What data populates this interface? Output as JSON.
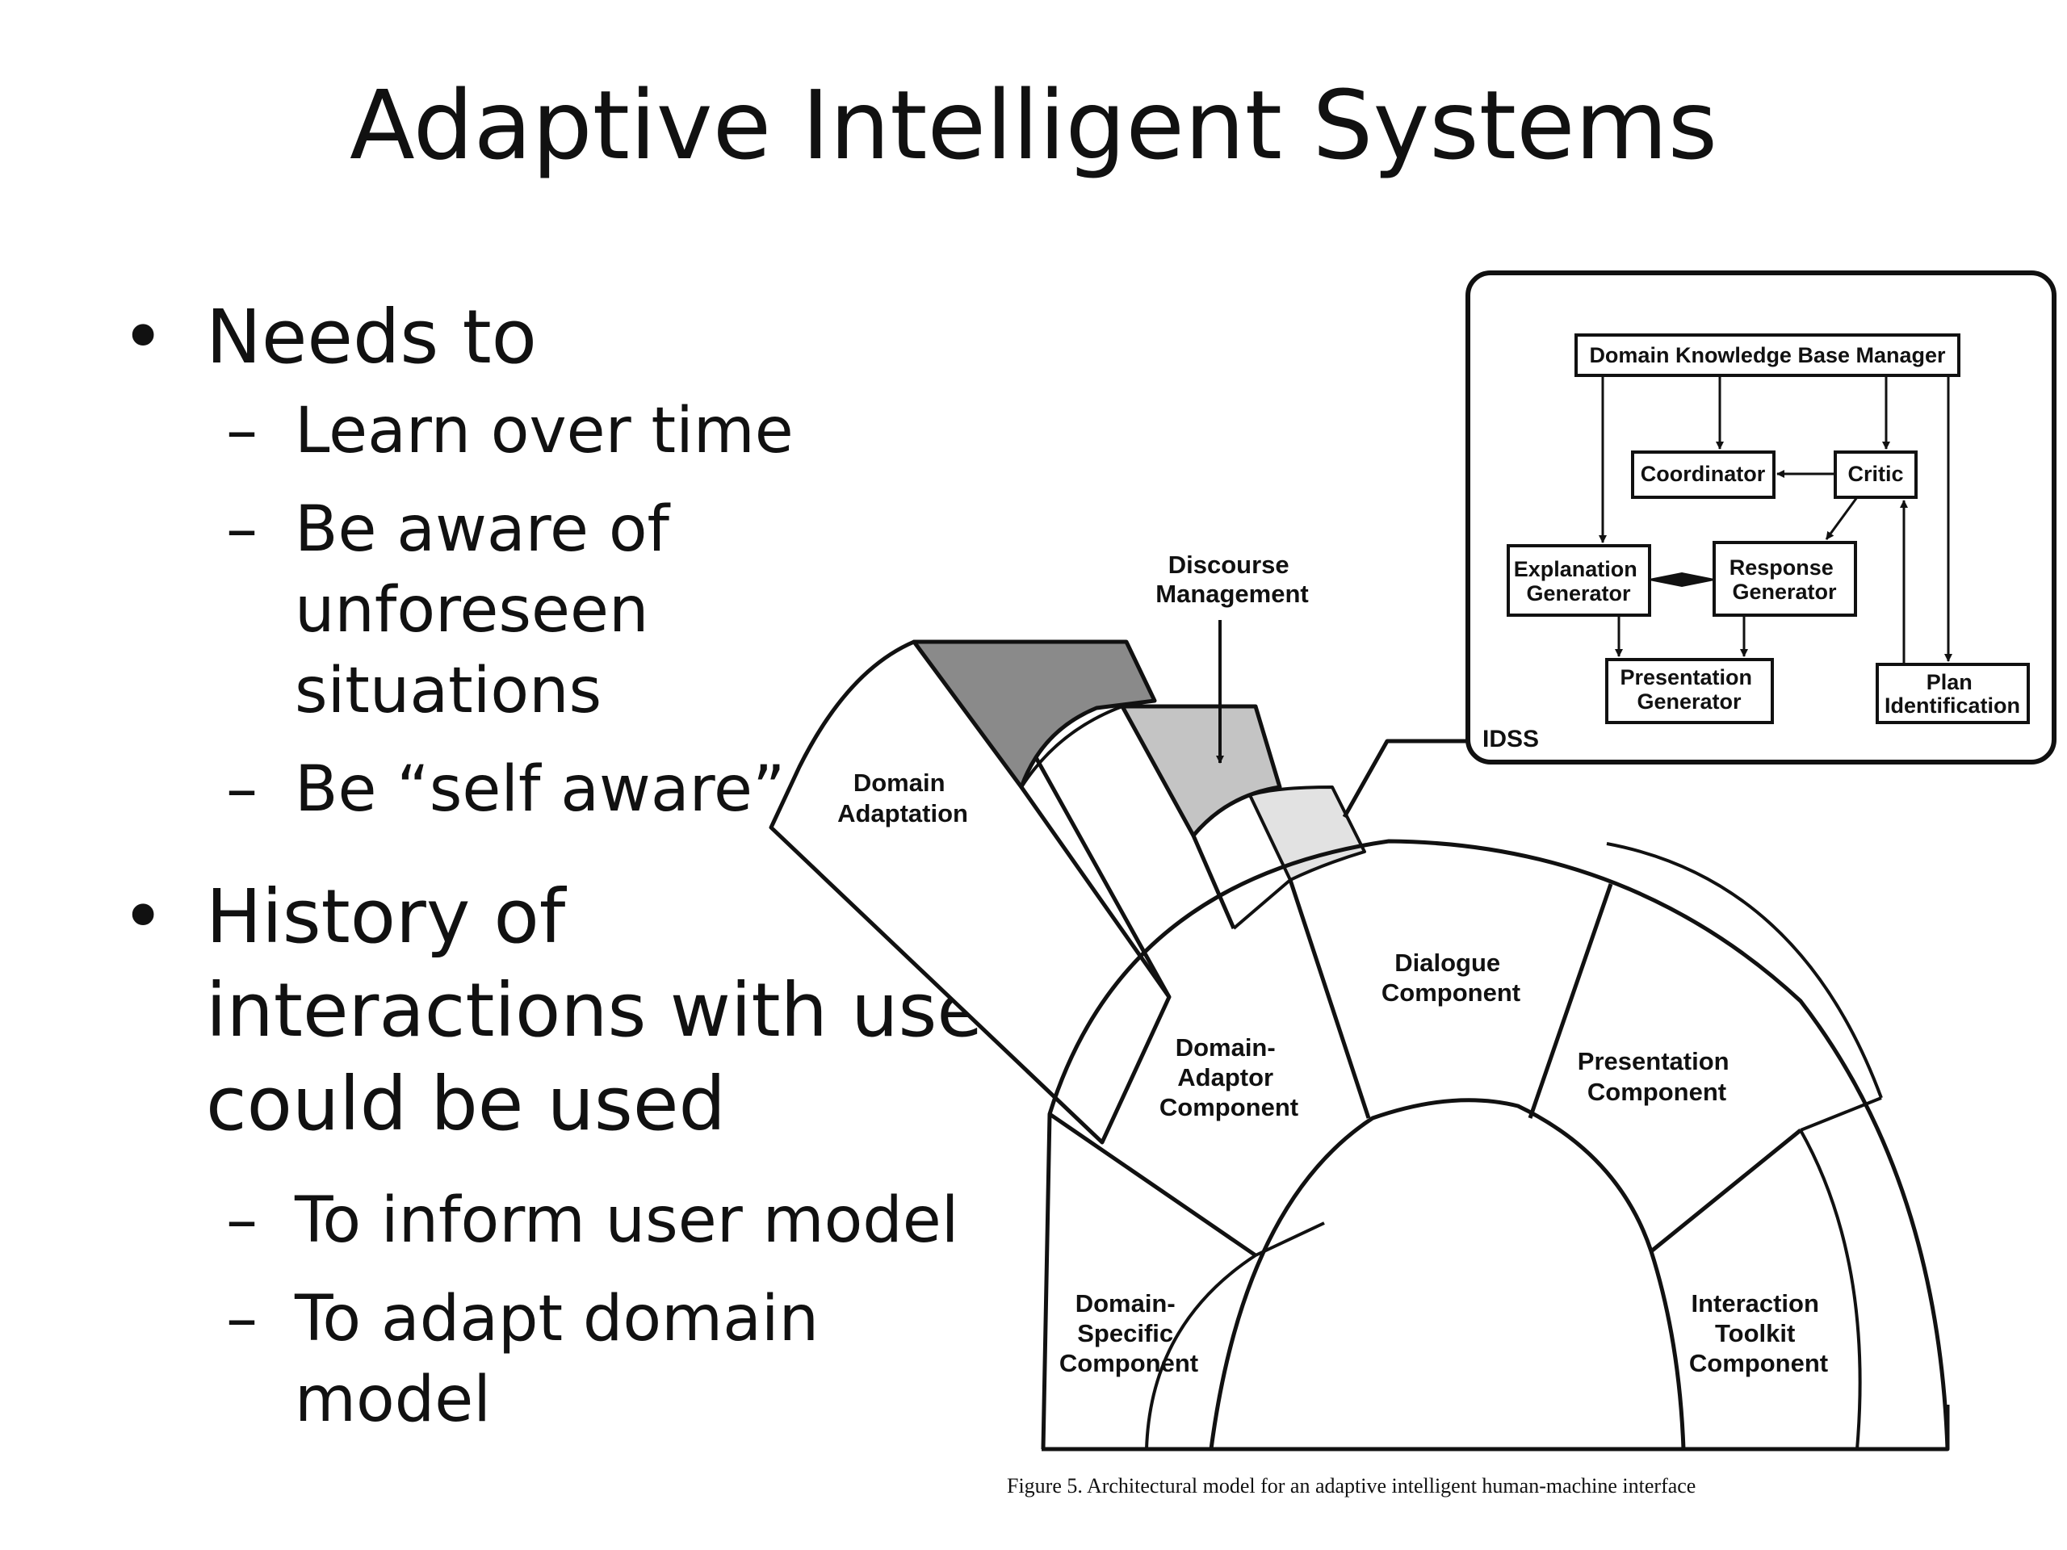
{
  "slide": {
    "title": "Adaptive Intelligent Systems",
    "bullets": [
      {
        "text": "Needs to",
        "subs": [
          "Learn over time",
          "Be aware of unforeseen situations",
          "Be “self aware”"
        ]
      },
      {
        "text": "History of interactions with user could be used",
        "subs": [
          "To inform user model",
          "To adapt domain model"
        ]
      }
    ]
  },
  "figure": {
    "caption": "Figure 5. Architectural model for an adaptive intelligent human-machine interface",
    "arch": {
      "domain_specific": [
        "Domain-",
        "Specific",
        "Component"
      ],
      "domain_adaptor": [
        "Domain-",
        "Adaptor",
        "Component"
      ],
      "dialogue": [
        "Dialogue",
        "Component"
      ],
      "presentation": [
        "Presentation",
        "Component"
      ],
      "interaction_toolkit": [
        "Interaction",
        "Toolkit",
        "Component"
      ],
      "domain_adaptation": [
        "Domain",
        "Adaptation"
      ],
      "discourse_management": [
        "Discourse",
        "Management"
      ]
    },
    "idss": {
      "label": "IDSS",
      "dkbm": "Domain Knowledge Base Manager",
      "coordinator": "Coordinator",
      "critic": "Critic",
      "explanation": [
        "Explanation",
        "Generator"
      ],
      "response": [
        "Response",
        "Generator"
      ],
      "presentation": [
        "Presentation",
        "Generator"
      ],
      "plan": [
        "Plan",
        "Identification"
      ]
    }
  }
}
